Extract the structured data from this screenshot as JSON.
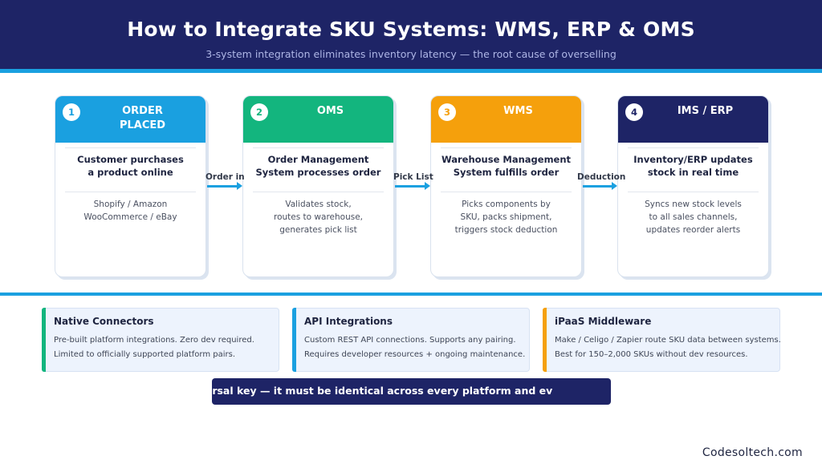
{
  "header": {
    "title": "How to Integrate SKU Systems: WMS, ERP & OMS",
    "subtitle": "3-system integration eliminates inventory latency — the root cause of overselling"
  },
  "steps": [
    {
      "number": "1",
      "title_line1": "ORDER",
      "title_line2": "PLACED",
      "color": "#1aa0e0",
      "bold_line1": "Customer purchases",
      "bold_line2": "a product online",
      "detail_line1": "Shopify / Amazon",
      "detail_line2": "WooCommerce / eBay",
      "detail_line3": ""
    },
    {
      "number": "2",
      "title_line1": "OMS",
      "title_line2": "",
      "color": "#13b57e",
      "bold_line1": "Order Management",
      "bold_line2": "System processes order",
      "detail_line1": "Validates stock,",
      "detail_line2": "routes to warehouse,",
      "detail_line3": "generates pick list"
    },
    {
      "number": "3",
      "title_line1": "WMS",
      "title_line2": "",
      "color": "#f5a00c",
      "bold_line1": "Warehouse Management",
      "bold_line2": "System fulfills order",
      "detail_line1": "Picks components by",
      "detail_line2": "SKU, packs shipment,",
      "detail_line3": "triggers stock deduction"
    },
    {
      "number": "4",
      "title_line1": "IMS / ERP",
      "title_line2": "",
      "color": "#1e2466",
      "bold_line1": "Inventory/ERP updates",
      "bold_line2": "stock in real time",
      "detail_line1": "Syncs new stock levels",
      "detail_line2": "to all sales channels,",
      "detail_line3": "updates reorder alerts"
    }
  ],
  "arrows": [
    "Order in",
    "Pick List",
    "Deduction"
  ],
  "methods": [
    {
      "title": "Native Connectors",
      "color": "#13b57e",
      "line1": "Pre-built platform integrations. Zero dev required.",
      "line2": "Limited to officially supported platform pairs."
    },
    {
      "title": "API Integrations",
      "color": "#1aa0e0",
      "line1": "Custom REST API connections. Supports any pairing.",
      "line2": "Requires developer resources + ongoing maintenance."
    },
    {
      "title": "iPaaS Middleware",
      "color": "#f5a00c",
      "line1": "Make / Celigo / Zapier route SKU data between systems.",
      "line2": "Best for 150–2,000 SKUs without dev resources."
    }
  ],
  "banner": "e is the universal key — it must be identical across every platform and ev",
  "footer": "Codesoltech.com"
}
